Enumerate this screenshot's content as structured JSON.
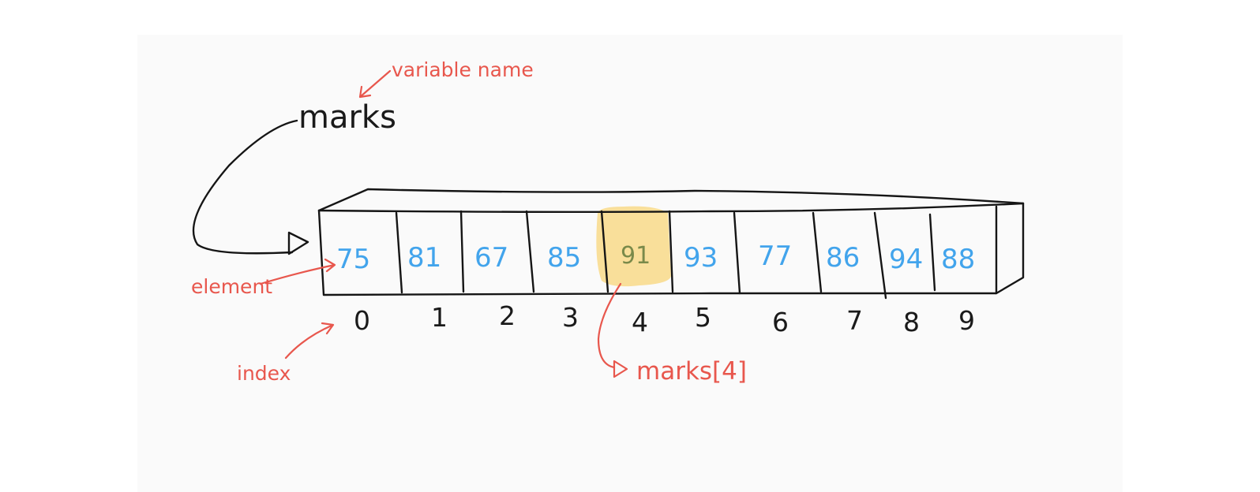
{
  "variable_name": "marks",
  "labels": {
    "variable_name": "variable name",
    "element": "element",
    "index": "index"
  },
  "array": {
    "values": [
      "75",
      "81",
      "67",
      "85",
      "91",
      "93",
      "77",
      "86",
      "94",
      "88"
    ],
    "indices": [
      "0",
      "1",
      "2",
      "3",
      "4",
      "5",
      "6",
      "7",
      "8",
      "9"
    ],
    "highlighted_index": 4
  },
  "reference": "marks[4]",
  "colors": {
    "annotation": "#e8574d",
    "element_text": "#42a4ec",
    "highlight": "#f7c94a",
    "ink": "#151515",
    "panel": "#fafafa"
  }
}
